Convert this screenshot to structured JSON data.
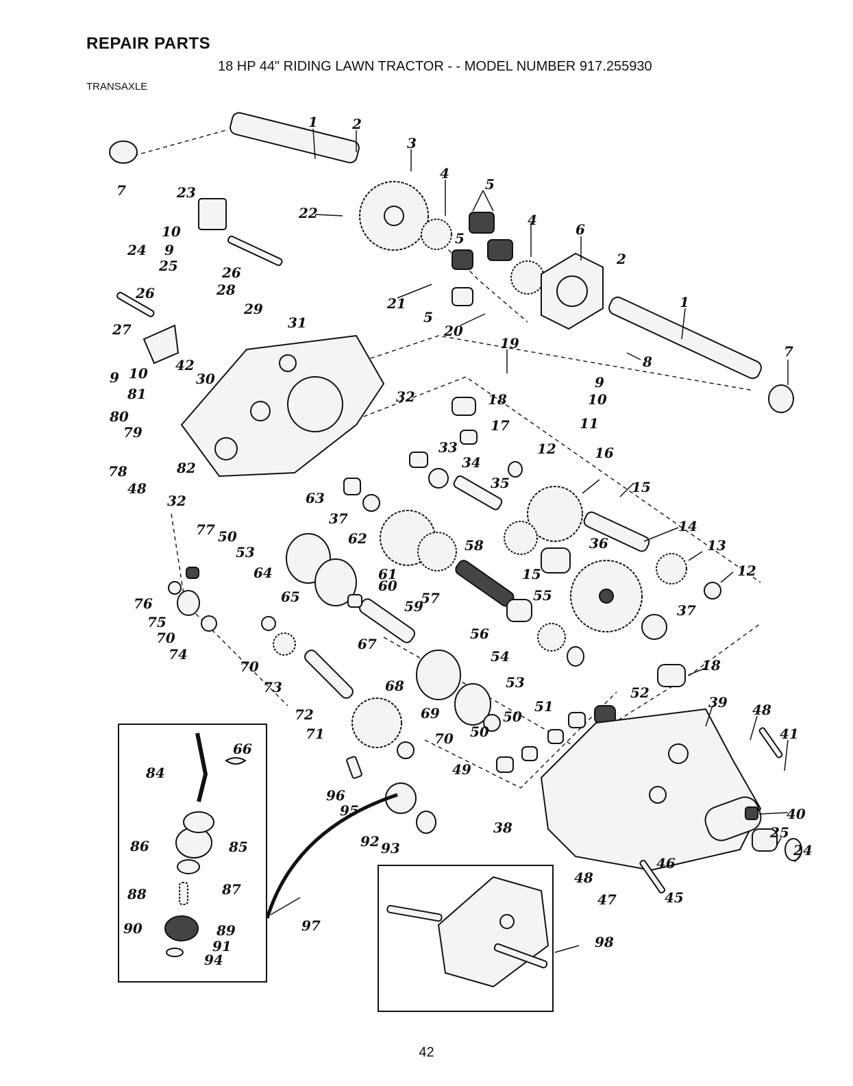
{
  "header": {
    "title": "REPAIR PARTS",
    "subtitle": "18 HP 44\" RIDING LAWN TRACTOR - - MODEL NUMBER 917.255930",
    "section": "TRANSAXLE"
  },
  "page_number": "42",
  "callouts": [
    {
      "label": "1"
    },
    {
      "label": "2"
    },
    {
      "label": "3"
    },
    {
      "label": "4"
    },
    {
      "label": "5"
    },
    {
      "label": "7"
    },
    {
      "label": "23"
    },
    {
      "label": "22"
    },
    {
      "label": "10"
    },
    {
      "label": "24"
    },
    {
      "label": "9"
    },
    {
      "label": "25"
    },
    {
      "label": "5"
    },
    {
      "label": "4"
    },
    {
      "label": "6"
    },
    {
      "label": "26"
    },
    {
      "label": "2"
    },
    {
      "label": "26"
    },
    {
      "label": "28"
    },
    {
      "label": "21"
    },
    {
      "label": "29"
    },
    {
      "label": "31"
    },
    {
      "label": "5"
    },
    {
      "label": "1"
    },
    {
      "label": "27"
    },
    {
      "label": "20"
    },
    {
      "label": "19"
    },
    {
      "label": "7"
    },
    {
      "label": "8"
    },
    {
      "label": "42"
    },
    {
      "label": "9"
    },
    {
      "label": "10"
    },
    {
      "label": "30"
    },
    {
      "label": "9"
    },
    {
      "label": "10"
    },
    {
      "label": "81"
    },
    {
      "label": "32"
    },
    {
      "label": "18"
    },
    {
      "label": "11"
    },
    {
      "label": "80"
    },
    {
      "label": "17"
    },
    {
      "label": "79"
    },
    {
      "label": "33"
    },
    {
      "label": "12"
    },
    {
      "label": "16"
    },
    {
      "label": "78"
    },
    {
      "label": "82"
    },
    {
      "label": "34"
    },
    {
      "label": "48"
    },
    {
      "label": "35"
    },
    {
      "label": "15"
    },
    {
      "label": "32"
    },
    {
      "label": "63"
    },
    {
      "label": "77"
    },
    {
      "label": "37"
    },
    {
      "label": "14"
    },
    {
      "label": "50"
    },
    {
      "label": "62"
    },
    {
      "label": "58"
    },
    {
      "label": "36"
    },
    {
      "label": "13"
    },
    {
      "label": "53"
    },
    {
      "label": "64"
    },
    {
      "label": "61"
    },
    {
      "label": "15"
    },
    {
      "label": "12"
    },
    {
      "label": "60"
    },
    {
      "label": "76"
    },
    {
      "label": "65"
    },
    {
      "label": "57"
    },
    {
      "label": "55"
    },
    {
      "label": "59"
    },
    {
      "label": "75"
    },
    {
      "label": "37"
    },
    {
      "label": "70"
    },
    {
      "label": "56"
    },
    {
      "label": "74"
    },
    {
      "label": "67"
    },
    {
      "label": "70"
    },
    {
      "label": "54"
    },
    {
      "label": "18"
    },
    {
      "label": "73"
    },
    {
      "label": "53"
    },
    {
      "label": "68"
    },
    {
      "label": "52"
    },
    {
      "label": "39"
    },
    {
      "label": "48"
    },
    {
      "label": "51"
    },
    {
      "label": "69"
    },
    {
      "label": "72"
    },
    {
      "label": "50"
    },
    {
      "label": "41"
    },
    {
      "label": "50"
    },
    {
      "label": "71"
    },
    {
      "label": "70"
    },
    {
      "label": "66"
    },
    {
      "label": "84"
    },
    {
      "label": "49"
    },
    {
      "label": "96"
    },
    {
      "label": "95"
    },
    {
      "label": "40"
    },
    {
      "label": "38"
    },
    {
      "label": "25"
    },
    {
      "label": "92"
    },
    {
      "label": "93"
    },
    {
      "label": "24"
    },
    {
      "label": "86"
    },
    {
      "label": "85"
    },
    {
      "label": "46"
    },
    {
      "label": "48"
    },
    {
      "label": "87"
    },
    {
      "label": "45"
    },
    {
      "label": "47"
    },
    {
      "label": "88"
    },
    {
      "label": "97"
    },
    {
      "label": "89"
    },
    {
      "label": "90"
    },
    {
      "label": "98"
    },
    {
      "label": "91"
    },
    {
      "label": "94"
    }
  ]
}
